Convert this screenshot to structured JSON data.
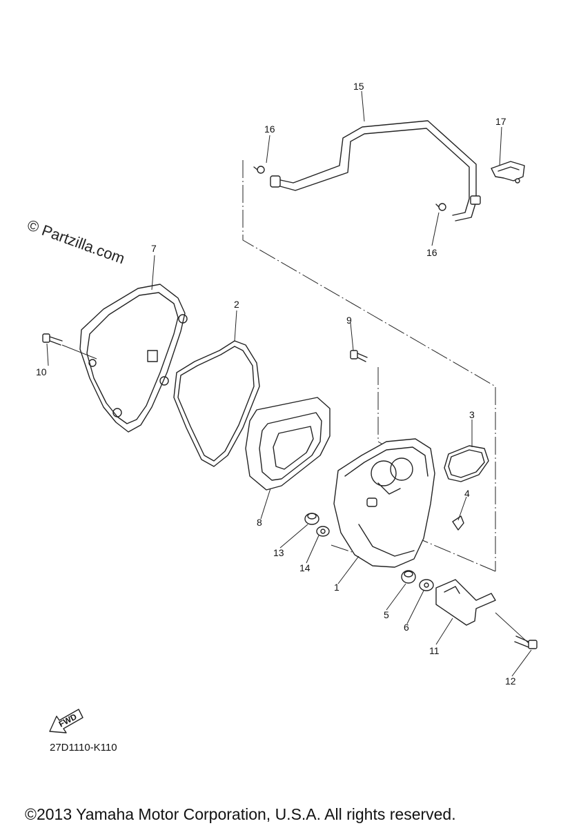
{
  "watermark": "© Partzilla.com",
  "diagram_code": "27D1110-K110",
  "fwd_label": "FWD",
  "copyright": "©2013 Yamaha Motor Corporation, U.S.A. All rights reserved.",
  "callouts": {
    "c1": "1",
    "c2": "2",
    "c3": "3",
    "c4": "4",
    "c5": "5",
    "c6": "6",
    "c7": "7",
    "c8": "8",
    "c9": "9",
    "c10": "10",
    "c11": "11",
    "c12": "12",
    "c13": "13",
    "c14": "14",
    "c15": "15",
    "c16a": "16",
    "c16b": "16",
    "c17": "17"
  }
}
